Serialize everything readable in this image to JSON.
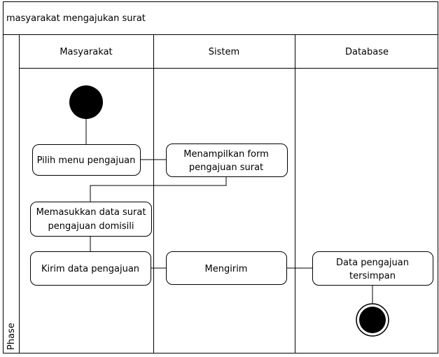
{
  "diagram": {
    "title": "masyarakat mengajukan surat",
    "phase_label": "Phase",
    "lanes": [
      "Masyarakat",
      "Sistem",
      "Database"
    ],
    "actions": {
      "pilih_menu": [
        "Pilih menu pengajuan"
      ],
      "menampilkan_form": [
        "Menampilkan form",
        "pengajuan surat"
      ],
      "memasukkan_data": [
        "Memasukkan data surat",
        "pengajuan domisili"
      ],
      "kirim_data": [
        "Kirim data pengajuan"
      ],
      "mengirim": [
        "Mengirim"
      ],
      "data_tersimpan": [
        "Data pengajuan",
        "tersimpan"
      ]
    }
  }
}
